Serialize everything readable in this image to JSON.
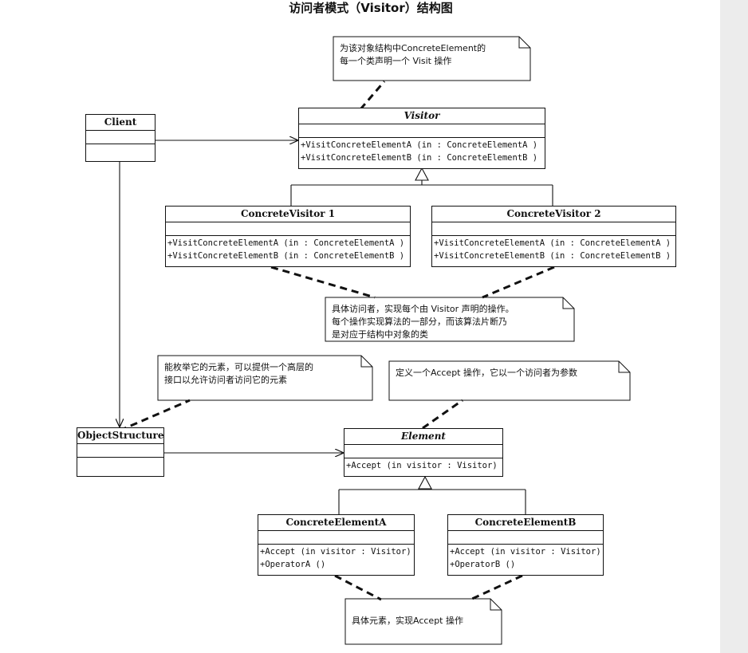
{
  "title": "访问者模式（Visitor）结构图",
  "classes": {
    "client": {
      "name": "Client"
    },
    "visitor": {
      "name": "Visitor",
      "ops": [
        "+VisitConcreteElementA (in  : ConcreteElementA )",
        "+VisitConcreteElementB (in  : ConcreteElementB )"
      ]
    },
    "cv1": {
      "name": "ConcreteVisitor 1",
      "ops": [
        "+VisitConcreteElementA (in  : ConcreteElementA )",
        "+VisitConcreteElementB (in  : ConcreteElementB )"
      ]
    },
    "cv2": {
      "name": "ConcreteVisitor 2",
      "ops": [
        "+VisitConcreteElementA (in  : ConcreteElementA )",
        "+VisitConcreteElementB (in  : ConcreteElementB )"
      ]
    },
    "object_structure": {
      "name": "ObjectStructure"
    },
    "element": {
      "name": "Element",
      "ops": [
        "+Accept (in visitor  : Visitor)"
      ]
    },
    "cea": {
      "name": "ConcreteElementA",
      "ops": [
        "+Accept (in visitor  : Visitor)",
        "+OperatorA ()"
      ]
    },
    "ceb": {
      "name": "ConcreteElementB",
      "ops": [
        "+Accept (in visitor  : Visitor)",
        "+OperatorB ()"
      ]
    }
  },
  "notes": {
    "visitor_note": [
      "为该对象结构中ConcreteElement的",
      "每一个类声明一个 Visit 操作"
    ],
    "concrete_visitor_note": [
      "具体访问者，实现每个由 Visitor 声明的操作。",
      "每个操作实现算法的一部分，而该算法片断乃",
      "是对应于结构中对象的类"
    ],
    "object_structure_note": [
      "能枚举它的元素，可以提供一个高层的",
      "接口以允许访问者访问它的元素"
    ],
    "element_note": [
      "定义一个Accept 操作，它以一个访问者为参数"
    ],
    "concrete_element_note": [
      "具体元素，实现Accept 操作"
    ]
  }
}
